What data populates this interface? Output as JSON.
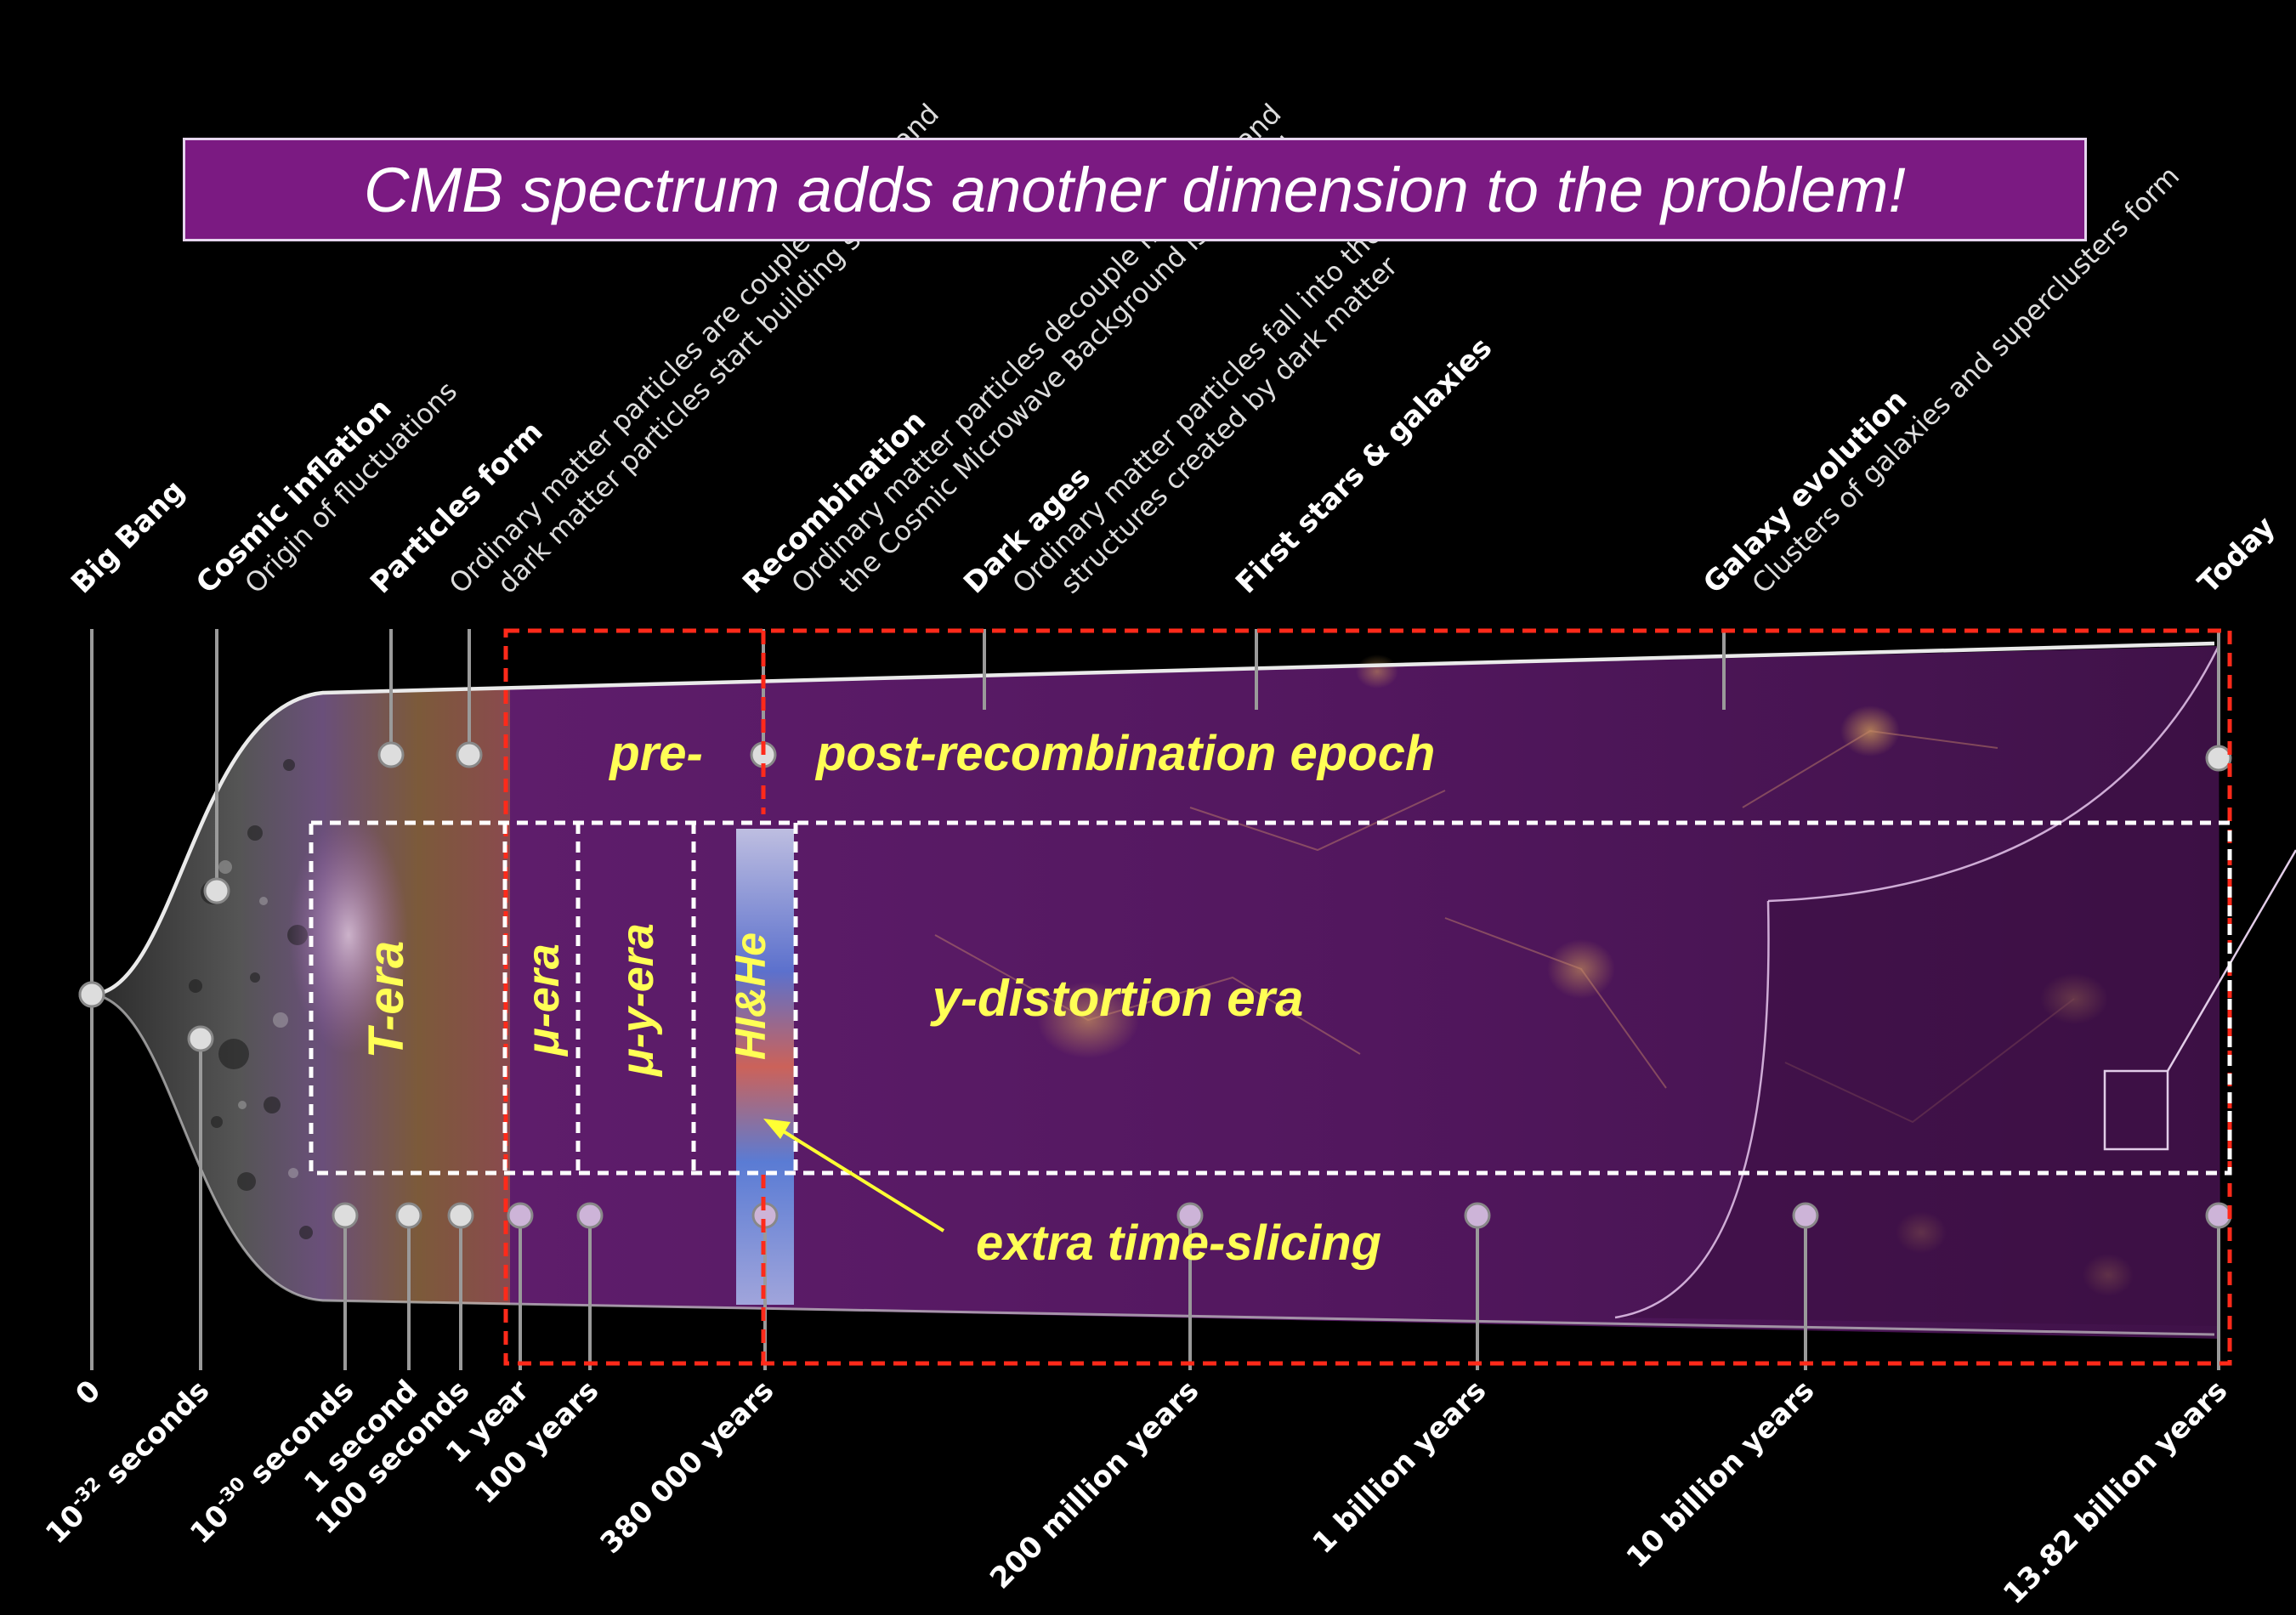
{
  "title": "CMB spectrum adds another dimension to the problem!",
  "top_events": [
    {
      "bold": "Big Bang",
      "sub": []
    },
    {
      "bold": "Cosmic inflation",
      "sub": [
        "Origin of fluctuations"
      ]
    },
    {
      "bold": "Particles form",
      "sub": []
    },
    {
      "bold": "",
      "sub": [
        "Ordinary matter particles are coupled to light and",
        "dark matter particles start building structures"
      ]
    },
    {
      "bold": "Recombination",
      "sub": [
        "Ordinary matter particles decouple from light and",
        "the Cosmic Microwave Background is released"
      ]
    },
    {
      "bold": "Dark ages",
      "sub": [
        "Ordinary matter particles fall into the",
        "structures created by dark matter"
      ]
    },
    {
      "bold": "First stars & galaxies",
      "sub": []
    },
    {
      "bold": "Galaxy evolution",
      "sub": [
        "Clusters of galaxies and superclusters form"
      ]
    },
    {
      "bold": "Today",
      "sub": []
    }
  ],
  "time_labels": [
    {
      "text": "0"
    },
    {
      "text": "10",
      "sup": "-32",
      "rest": " seconds"
    },
    {
      "text": "10",
      "sup": "-30",
      "rest": " seconds"
    },
    {
      "text": "1 second"
    },
    {
      "text": "100 seconds"
    },
    {
      "text": "1 year"
    },
    {
      "text": "100 years"
    },
    {
      "text": "380 000 years"
    },
    {
      "text": "200 million years"
    },
    {
      "text": "1 billion years"
    },
    {
      "text": "10 billion years"
    },
    {
      "text": "13.82 billion years"
    }
  ],
  "regions": {
    "pre": "pre-",
    "post": "post-recombination epoch",
    "y": "y-distortion era",
    "t_era": "T-era",
    "mu_era": "μ-era",
    "mu_y_era": "μ-y-era",
    "hi_he": "HI&He"
  },
  "annotation": "extra time-slicing",
  "colors": {
    "title_bg": "#7b1a82",
    "region_text": "#ffff55",
    "red_dash": "#ff2a1a",
    "white_dash": "#ffffff",
    "arrow": "#ffff33"
  }
}
